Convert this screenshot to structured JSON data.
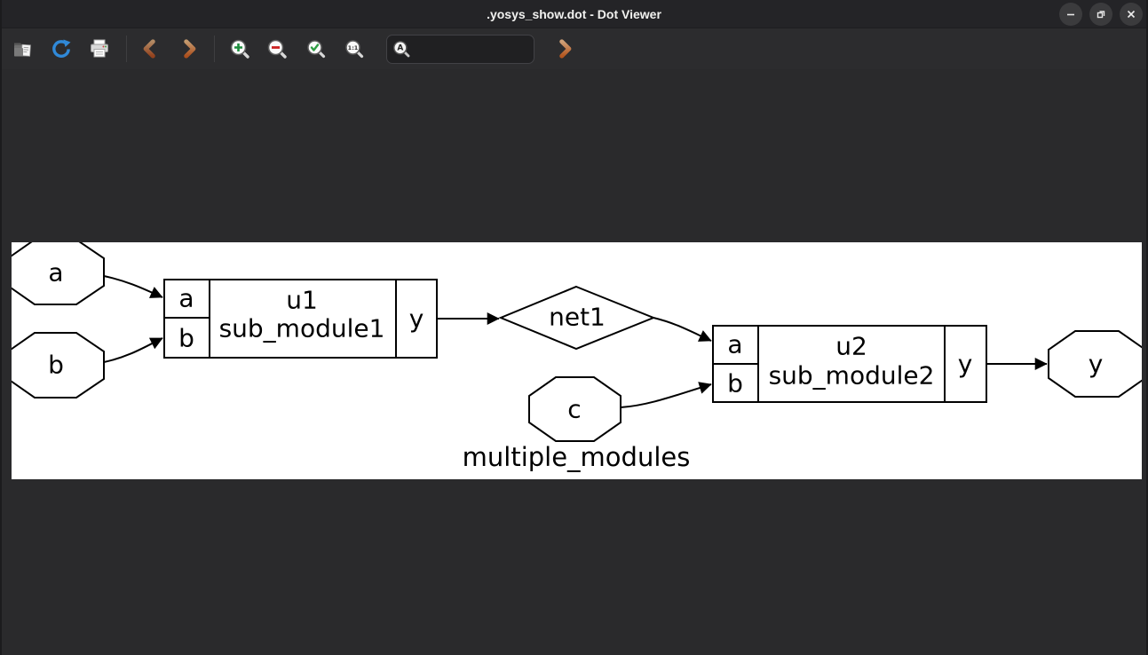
{
  "window": {
    "title": ".yosys_show.dot - Dot Viewer",
    "controls": [
      {
        "name": "minimize"
      },
      {
        "name": "restore"
      },
      {
        "name": "close"
      }
    ]
  },
  "toolbar": {
    "buttons": [
      "open-file",
      "reload",
      "print",
      "back",
      "forward",
      "zoom-in",
      "zoom-out",
      "zoom-fit",
      "zoom-100",
      "find-forward"
    ],
    "zoom_100_glyph": "1:1",
    "search": {
      "value": "",
      "placeholder": "",
      "icon_letter": "A"
    }
  },
  "graph": {
    "label": "multiple_modules",
    "nodes": {
      "input_a": {
        "label": "a",
        "shape": "octagon"
      },
      "input_b": {
        "label": "b",
        "shape": "octagon"
      },
      "input_c": {
        "label": "c",
        "shape": "octagon"
      },
      "output_y": {
        "label": "y",
        "shape": "octagon"
      },
      "net1": {
        "label": "net1",
        "shape": "diamond"
      },
      "u1": {
        "instance": "u1",
        "module": "sub_module1",
        "inputs": [
          "a",
          "b"
        ],
        "outputs": [
          "y"
        ]
      },
      "u2": {
        "instance": "u2",
        "module": "sub_module2",
        "inputs": [
          "a",
          "b"
        ],
        "outputs": [
          "y"
        ]
      }
    },
    "edges": [
      "a -> u1.a",
      "b -> u1.b",
      "u1.y -> net1",
      "net1 -> u2.a",
      "c -> u2.b",
      "u2.y -> y"
    ]
  },
  "colors": {
    "canvas_bg": "#ffffff",
    "graph_stroke": "#000000",
    "window_bg": "#2a2a2c",
    "titlebar_bg": "#242427",
    "accent_orange": "#b4561f",
    "reload_blue": "#3089d8",
    "zoom_in_green": "#1e8e3e",
    "zoom_out_red": "#cc2222"
  }
}
